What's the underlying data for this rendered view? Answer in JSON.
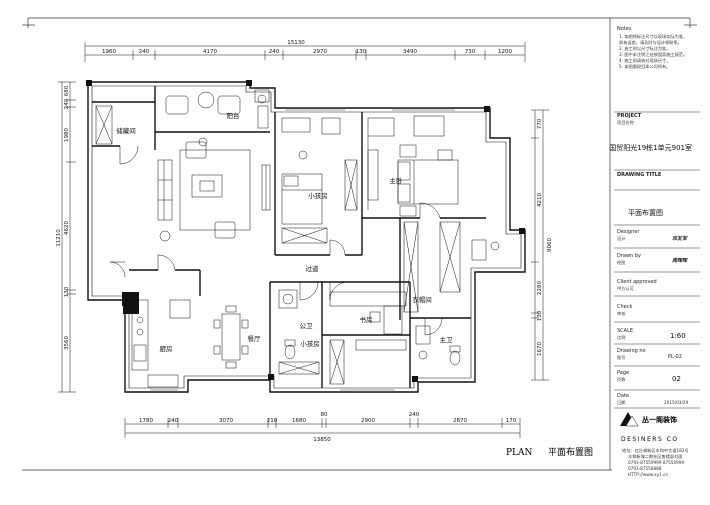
{
  "plan": {
    "title_en": "PLAN",
    "title_cn": "平面布置图",
    "top_total": "15130",
    "top_dims": [
      "1960",
      "240",
      "4170",
      "240",
      "2970",
      "130",
      "3490",
      "730",
      "1200"
    ],
    "bottom_total": "13850",
    "bottom_dims": [
      "1780",
      "240",
      "3070",
      "210",
      "1680",
      "80",
      "2900",
      "240",
      "2870",
      "170"
    ],
    "left_dims": [
      "680",
      "240",
      "1980",
      "4620",
      "130",
      "3560"
    ],
    "left_total": "11210",
    "right_dims": [
      "770",
      "4210",
      "2280",
      "130",
      "1670"
    ],
    "right_total": "9060",
    "rooms": {
      "storage": "储藏间",
      "balcony": "阳台",
      "kids_room": "小孩房",
      "master_bedroom": "主卧",
      "corridor": "过道",
      "walk_in_closet": "衣帽间",
      "kitchen": "厨房",
      "dining": "餐厅",
      "public_wc": "公卫",
      "kids_room_2": "小孩房",
      "study": "书房",
      "master_wc": "主卫"
    }
  },
  "titleblock": {
    "notes_label": "Notes",
    "notes_lines": [
      "1.  本图所标注尺寸以现场实际为准，",
      "    如有误差，请及时与设计师联系。",
      "2.  施工时以尺寸标注为准。",
      "3.  图中未注明之处按国家施工规范。",
      "4.  施工前请核对现场尺寸。",
      "5.  本图版权归本公司所有。"
    ],
    "project_label": "PROJECT",
    "project_cn": "项目名称",
    "project_name": "国贸阳光19栋1单元901室",
    "drawing_title_label": "DRAWING TITLE",
    "drawing_title": "平面布置图",
    "designer_label": "Designer",
    "designer_cn": "设计",
    "designer_sign": "邓友军",
    "drawn_label": "Drawn by",
    "drawn_cn": "绘图",
    "drawn_sign": "周晖晖",
    "client_label": "Client approved",
    "client_cn": "甲方认可",
    "check_label": "Check",
    "check_cn": "审核",
    "scale_label": "SCALE",
    "scale_cn": "比例",
    "scale_value": "1:60",
    "drawing_no_label": "Drawing  no",
    "drawing_no_cn": "图号",
    "drawing_no_value": "PL-02",
    "page_label": "Page",
    "page_cn": "页数",
    "page_value": "02",
    "date_label": "Date",
    "date_cn": "日期",
    "date_value": "2015/03/29",
    "company_cn": "丛一阁装饰",
    "designers_label": "DESINERS  CO",
    "address_lines": [
      "地址：红谷滩新区丰和中大道182号",
      "丰和新城二期东区售楼部对面",
      "0791-87559999  87550999",
      "0791-87558888",
      "HTTP://www.xy1.cn"
    ]
  },
  "colors": {
    "line": "#111111",
    "frame": "#333333",
    "paper": "#ffffff"
  }
}
